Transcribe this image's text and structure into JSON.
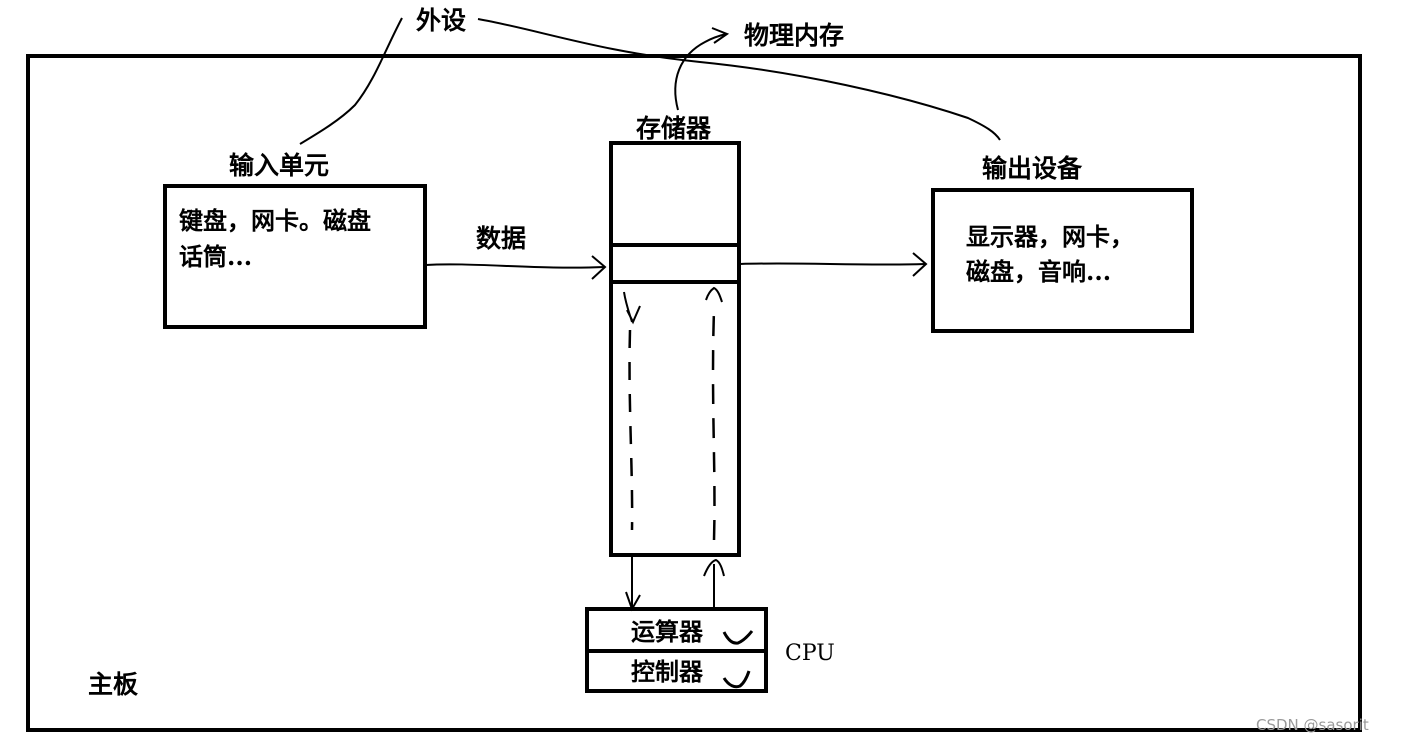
{
  "labels": {
    "peripheral": "外设",
    "physical_memory": "物理内存",
    "memory": "存储器",
    "input_unit": "输入单元",
    "input_content_line1": "键盘，网卡。磁盘",
    "input_content_line2": "话筒...",
    "data": "数据",
    "output_device": "输出设备",
    "output_content_line1": "显示器，网卡，",
    "output_content_line2": "磁盘，音响...",
    "alu": "运算器",
    "control_unit": "控制器",
    "cpu": "CPU",
    "motherboard": "主板"
  },
  "watermark": "CSDN @sasorit",
  "colors": {
    "ink": "#000000",
    "background": "#ffffff",
    "watermark": "#9a9a9a"
  }
}
